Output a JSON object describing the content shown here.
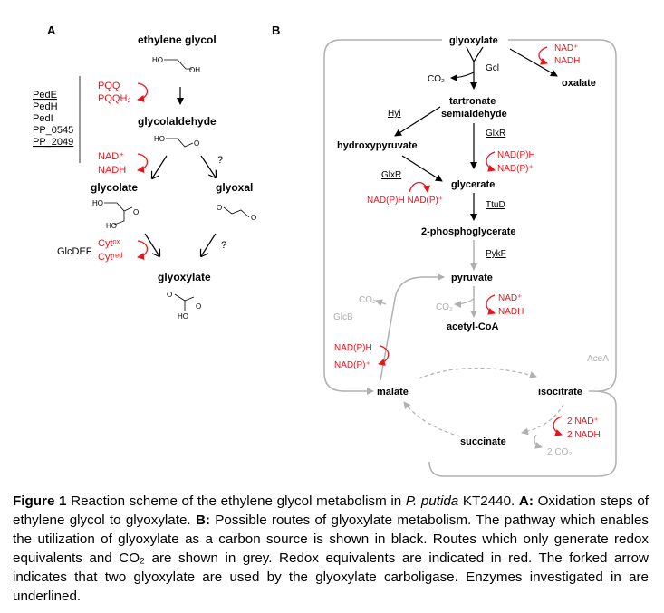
{
  "panel_a": {
    "label": "A",
    "ethylene_glycol": "ethylene glycol",
    "glycolaldehyde": "glycolaldehyde",
    "glycolate": "glycolate",
    "glyoxal": "glyoxal",
    "glyoxylate": "glyoxylate",
    "pqq": "PQQ",
    "pqqh2": "PQQH₂",
    "nad": "NAD⁺",
    "nadh": "NADH",
    "cytox": "Cytᵒˣ",
    "cytred": "Cytʳᵉᵈ",
    "question": "?",
    "enzymes": [
      "PedE",
      "PedH",
      "PedI",
      "PP_0545",
      "PP_2049"
    ],
    "glcdef": "GlcDEF",
    "ho": "HO",
    "oh": "OH",
    "o": "O"
  },
  "panel_b": {
    "label": "B",
    "glyoxylate": "glyoxylate",
    "gcl": "Gcl",
    "co2": "CO₂",
    "nad_top": "NAD⁺",
    "nadh_top": "NADH",
    "oxalate": "oxalate",
    "tartronate1": "tartronate",
    "tartronate2": "semialdehyde",
    "hyi": "Hyi",
    "glxr": "GlxR",
    "hydroxypyruvate": "hydroxypyruvate",
    "nadph_right": "NAD(P)H",
    "nadp_right": "NAD(P)⁺",
    "glxr2": "GlxR",
    "glycerate": "glycerate",
    "nadph_left_pair": "NAD(P)H NAD(P)⁺",
    "ttud": "TtuD",
    "pg2": "2-phosphoglycerate",
    "pykf": "PykF",
    "pyruvate": "pyruvate",
    "co2_a": "CO₂",
    "co2_b": "CO₂",
    "nad_mid": "NAD⁺",
    "nadh_mid": "NADH",
    "glcb": "GlcB",
    "acetyl_coa": "acetyl-CoA",
    "aceA": "AceA",
    "nadph_malate": "NAD(P)H",
    "nadp_malate": "NAD(P)⁺",
    "malate": "malate",
    "isocitrate": "isocitrate",
    "nad2": "2 NAD⁺",
    "nadh2": "2 NADH",
    "co2_2": "2 CO₂",
    "succinate": "succinate"
  },
  "caption": {
    "fig": "Figure 1",
    "p1": " Reaction scheme of the ethylene glycol metabolism in ",
    "species": "P. putida",
    "p2": " KT2440. ",
    "a": "A:",
    "p3": " Oxidation steps of ethylene glycol to glyoxylate. ",
    "b": "B:",
    "p4": " Possible routes of glyoxylate metabolism. The pathway which enables the utilization of glyoxylate as a carbon source is shown in black. Routes which only generate redox equivalents and CO₂ are shown in grey. Redox equivalents are indicated in red. The forked arrow indicates that two glyoxylate are used by the glyoxylate carboligase. Enzymes investigated in are underlined."
  },
  "colors": {
    "red": "#e8141c",
    "grey": "#b0b0b0",
    "black": "#000000"
  }
}
